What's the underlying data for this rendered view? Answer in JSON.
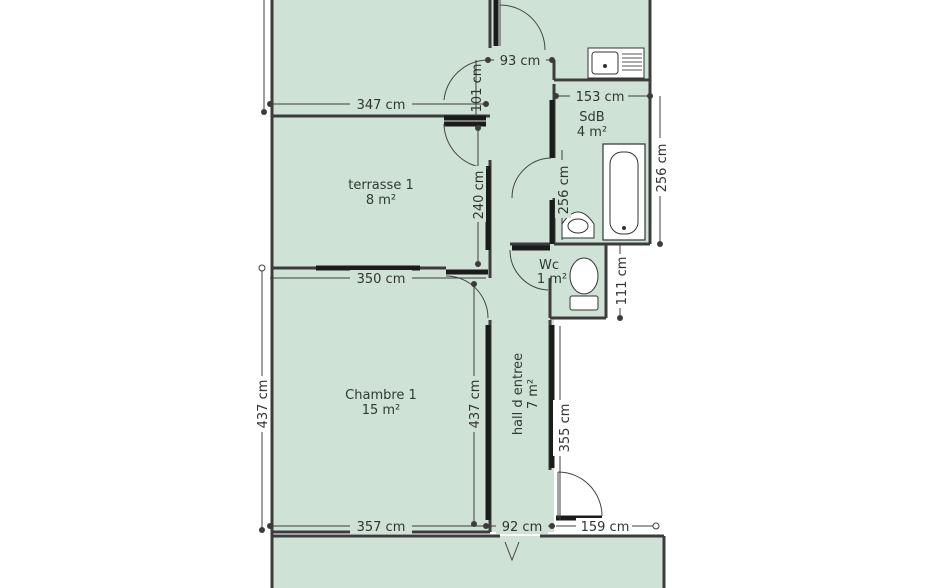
{
  "colors": {
    "floor": "#cfe2d6",
    "wall": "#3c3c3c",
    "dim_line": "#3c3c3c",
    "label": "#2f3a36",
    "fixture": "#ffffff"
  },
  "rooms": {
    "terrasse": {
      "name": "terrasse 1",
      "area": "8 m²"
    },
    "chambre": {
      "name": "Chambre 1",
      "area": "15 m²"
    },
    "sdb": {
      "name": "SdB",
      "area": "4 m²"
    },
    "wc": {
      "name": "Wc",
      "area": "1 m²"
    },
    "hall": {
      "name": "hall d entree",
      "area": "7 m²"
    }
  },
  "dimensions": {
    "top_room_width": "347 cm",
    "terrasse_width": "350 cm",
    "chambre_width": "357 cm",
    "bottom_92": "92 cm",
    "bottom_159": "159 cm",
    "corridor_93": "93 cm",
    "sdb_width": "153 cm",
    "door_101": "101 cm",
    "terrasse_height": "240 cm",
    "chambre_height_inner": "437 cm",
    "chambre_height_outer": "437 cm",
    "sdb_inner_height": "256 cm",
    "sdb_outer_height": "256 cm",
    "wc_height": "111 cm",
    "hall_height": "355 cm"
  },
  "icons": [
    "sink-icon",
    "bathtub-icon",
    "washbasin-icon",
    "toilet-icon"
  ]
}
